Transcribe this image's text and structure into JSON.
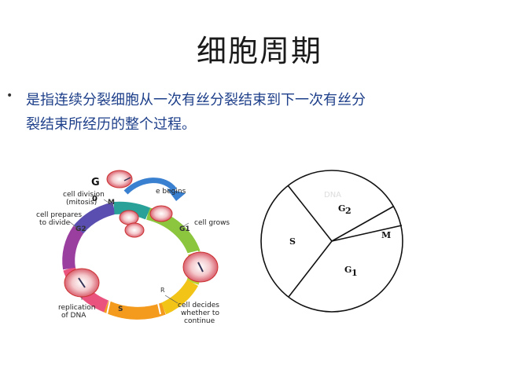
{
  "slide": {
    "title": "细胞周期",
    "bullet_line_1": "是指连续分裂细胞从一次有丝分裂结束到下一次有丝分",
    "bullet_line_2": "裂结束所经历的整个过程。"
  },
  "cycle_diagram": {
    "g0_label": "G",
    "g0_subscript": "0",
    "cell_division_1": "cell division",
    "cell_division_2": "(mitosis)",
    "cycle_begins": "e begins",
    "cell_prepares_1": "cell prepares",
    "cell_prepares_2": "to divide",
    "cell_grows": "cell grows",
    "replication_1": "replication",
    "replication_2": "of DNA",
    "cell_decides_1": "cell decides",
    "cell_decides_2": "whether to",
    "cell_decides_3": "continue",
    "phase_m": "M",
    "phase_g2": "G2",
    "phase_g1": "G1",
    "phase_s": "S",
    "point_r": "R"
  },
  "pie_diagram": {
    "watermark": "DNA",
    "g2_main": "G",
    "g2_sub": "2",
    "m_label": "M",
    "s_label": "S",
    "g1_main": "G",
    "g1_sub": "1"
  }
}
